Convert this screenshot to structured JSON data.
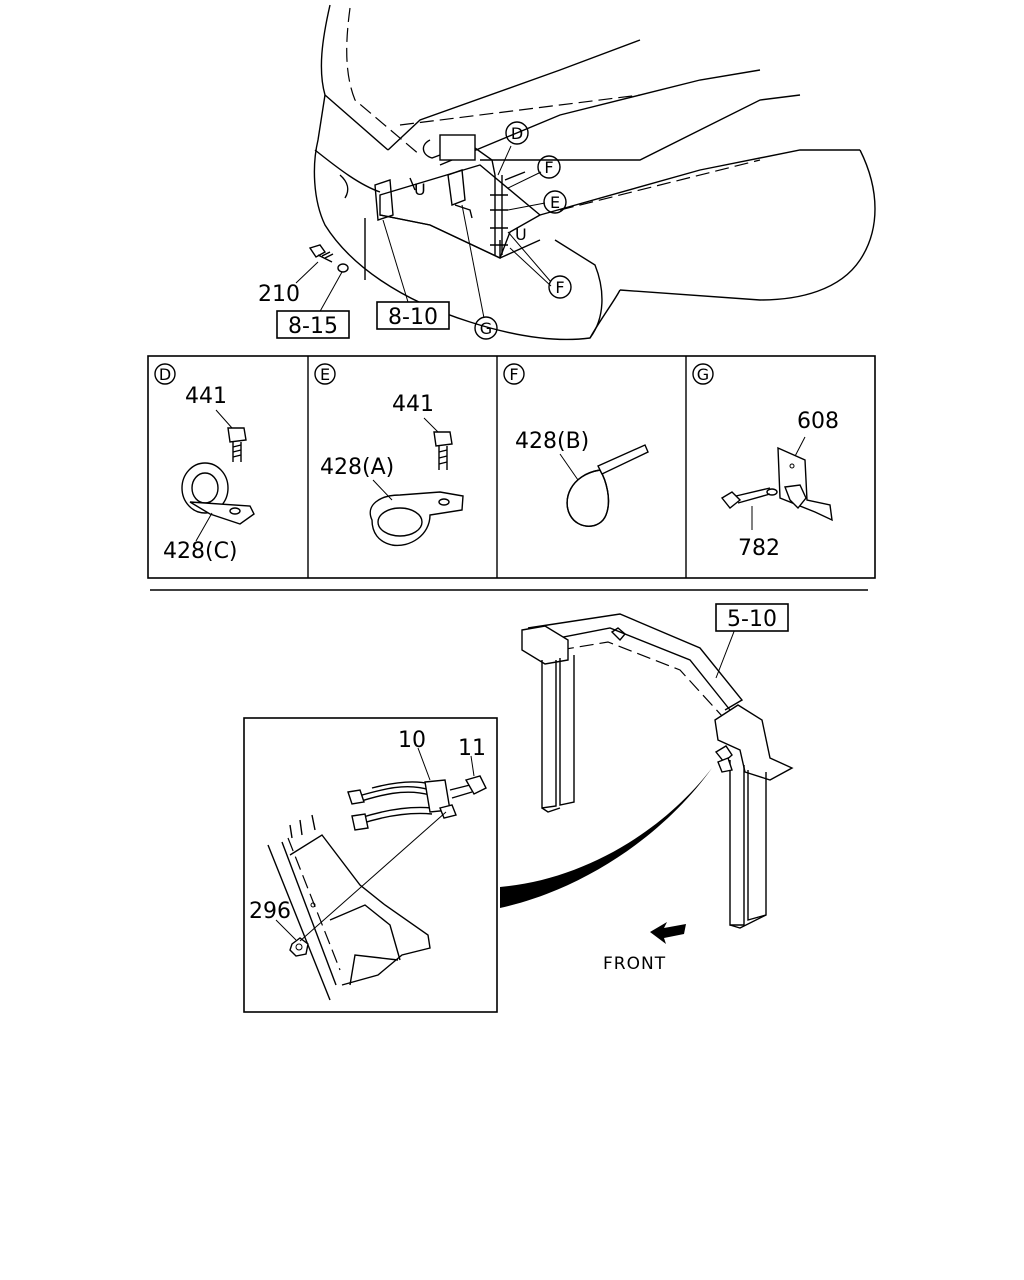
{
  "labels": {
    "callout_d": "D",
    "callout_e": "E",
    "callout_f": "F",
    "callout_g": "G",
    "ref_8_15": "8-15",
    "ref_8_10": "8-10",
    "ref_5_10": "5-10",
    "part_210": "210",
    "part_441": "441",
    "part_428c": "428(C)",
    "part_428a": "428(A)",
    "part_428b": "428(B)",
    "part_608": "608",
    "part_782": "782",
    "part_10": "10",
    "part_11": "11",
    "part_296": "296",
    "front": "FRONT"
  }
}
